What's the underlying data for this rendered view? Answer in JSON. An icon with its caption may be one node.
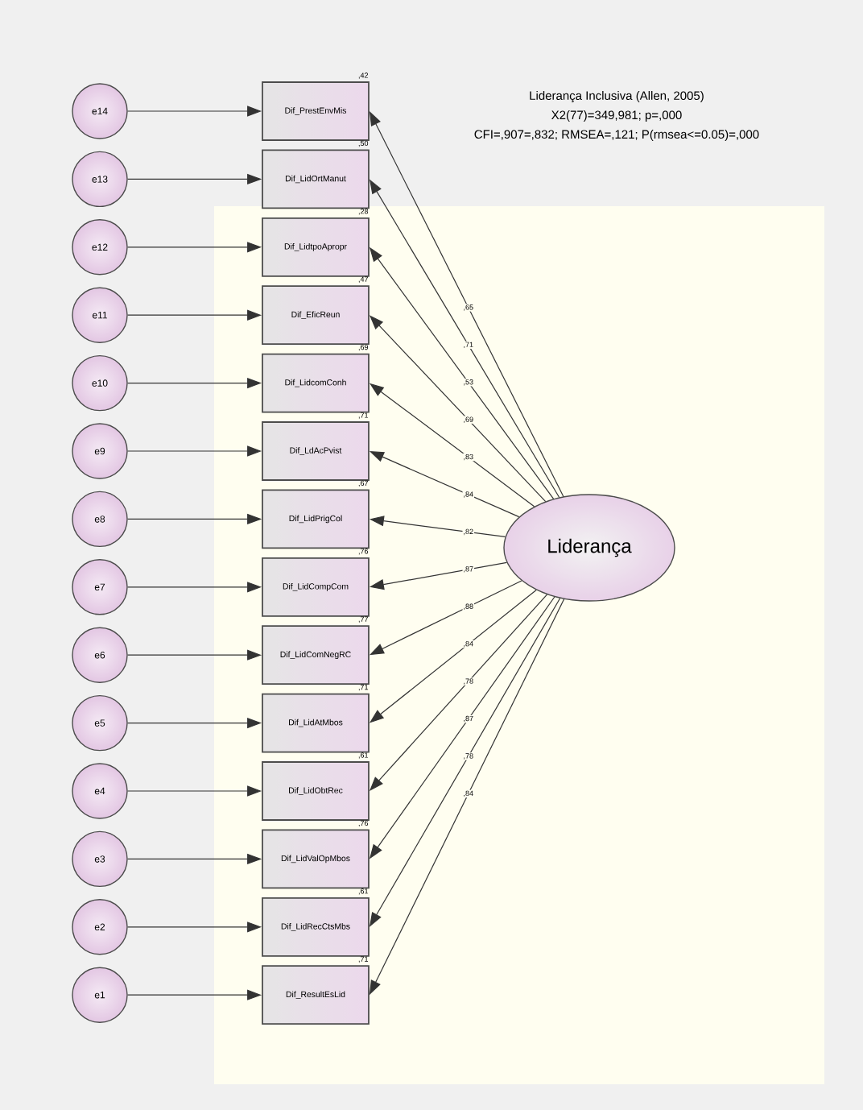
{
  "diagram": {
    "title": "Liderança Inclusiva (Allen, 2005)",
    "nodes": [
      {
        "text": [
          "Dif_PrestEnvMis"
        ],
        "beside": [
          ",42"
        ]
      },
      {
        "text": [
          "Dif_LidOrtManut"
        ],
        "beside": [
          ",50"
        ]
      },
      {
        "text": [
          "Dif_LidtpoApropr"
        ],
        "beside": [
          ",28"
        ]
      },
      {
        "text": [
          "Dif_EficReun"
        ],
        "beside": [
          ",47"
        ]
      },
      {
        "text": [
          "Dif_LidcomConh"
        ],
        "beside": [
          ",69"
        ]
      },
      {
        "text": [
          "Dif_LdAcPvist"
        ],
        "beside": [
          ",71"
        ]
      },
      {
        "text": [
          "Dif_LidPrigCol"
        ],
        "beside": [
          ",67"
        ]
      },
      {
        "text": [
          "Dif_LidCompCom"
        ],
        "beside": [
          ",76"
        ]
      },
      {
        "text": [
          "Dif_LidComNegRC"
        ],
        "beside": [
          ",77"
        ]
      },
      {
        "text": [
          "Dif_LidAtMbos"
        ],
        "beside": [
          ",71"
        ]
      },
      {
        "text": [
          "Dif_LidObtRec"
        ],
        "beside": [
          ",61"
        ]
      },
      {
        "text": [
          "Dif_LidValOpMbos"
        ],
        "beside": [
          ",76"
        ]
      },
      {
        "text": [
          "Dif_LidRecCtsMbs"
        ],
        "beside": [
          ",61"
        ]
      },
      {
        "text": [
          "Dif_ResultEsLid"
        ],
        "beside": [
          ",71"
        ]
      },
      {
        "text": [
          "e14"
        ]
      },
      {
        "text": [
          "e13"
        ]
      },
      {
        "text": [
          "e12"
        ]
      },
      {
        "text": [
          "e11"
        ]
      },
      {
        "text": [
          "e10"
        ]
      },
      {
        "text": [
          "e9"
        ]
      },
      {
        "text": [
          "e8"
        ]
      },
      {
        "text": [
          "e7"
        ]
      },
      {
        "text": [
          "e6"
        ]
      },
      {
        "text": [
          "e5"
        ]
      },
      {
        "text": [
          "e4"
        ]
      },
      {
        "text": [
          "e3"
        ]
      },
      {
        "text": [
          "e2"
        ]
      },
      {
        "text": [
          "e1"
        ]
      },
      {
        "text": [
          "Liderança"
        ]
      }
    ],
    "edges": [
      {
        "from": 14,
        "to": 0,
        "arrow": "to"
      },
      {
        "from": 15,
        "to": 1,
        "arrow": "to"
      },
      {
        "from": 16,
        "to": 2,
        "arrow": "to"
      },
      {
        "from": 17,
        "to": 3,
        "arrow": "to"
      },
      {
        "from": 18,
        "to": 4,
        "arrow": "to"
      },
      {
        "from": 19,
        "to": 5,
        "arrow": "to"
      },
      {
        "from": 20,
        "to": 6,
        "arrow": "to"
      },
      {
        "from": 21,
        "to": 7,
        "arrow": "to"
      },
      {
        "from": 22,
        "to": 8,
        "arrow": "to"
      },
      {
        "from": 23,
        "to": 9,
        "arrow": "to"
      },
      {
        "from": 24,
        "to": 10,
        "arrow": "to"
      },
      {
        "from": 25,
        "to": 11,
        "arrow": "to"
      },
      {
        "from": 26,
        "to": 12,
        "arrow": "to"
      },
      {
        "from": 27,
        "to": 13,
        "arrow": "to"
      },
      {
        "from": 28,
        "to": 0,
        "arrow": "to",
        "label": ",65"
      },
      {
        "from": 28,
        "to": 1,
        "arrow": "to",
        "label": ",71"
      },
      {
        "from": 28,
        "to": 2,
        "arrow": "to",
        "label": ",53"
      },
      {
        "from": 28,
        "to": 3,
        "arrow": "to",
        "label": ",69"
      },
      {
        "from": 28,
        "to": 4,
        "arrow": "to",
        "label": ",83"
      },
      {
        "from": 28,
        "to": 5,
        "arrow": "to",
        "label": ",84"
      },
      {
        "from": 28,
        "to": 6,
        "arrow": "to",
        "label": ",82"
      },
      {
        "from": 28,
        "to": 7,
        "arrow": "to",
        "label": ",87"
      },
      {
        "from": 28,
        "to": 8,
        "arrow": "to",
        "label": ",88"
      },
      {
        "from": 28,
        "to": 9,
        "arrow": "to",
        "label": ",84"
      },
      {
        "from": 28,
        "to": 10,
        "arrow": "to",
        "label": ",78"
      },
      {
        "from": 28,
        "to": 11,
        "arrow": "to",
        "label": ",87"
      },
      {
        "from": 28,
        "to": 12,
        "arrow": "to",
        "label": ",78"
      },
      {
        "from": 28,
        "to": 13,
        "arrow": "to",
        "label": ",84"
      }
    ],
    "labels": [
      "X2(77)=349,981; p=,000",
      "CFI=,907=,832; RMSEA=,121; P(rmsea<=0.05)=,000"
    ]
  }
}
